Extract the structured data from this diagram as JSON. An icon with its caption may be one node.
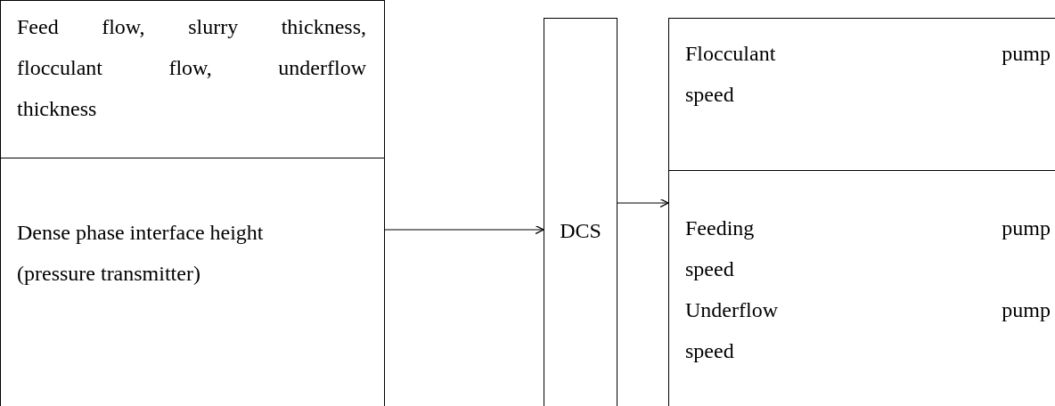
{
  "diagram": {
    "nodes": [
      {
        "text": [],
        "shape": "box"
      },
      {
        "text": [
          "Feed flow, slurry thickness, flocculant flow, underflow thickness"
        ],
        "in": 0
      },
      {
        "text": [
          "Dense phase interface height (pressure transmitter)"
        ],
        "in": 0
      },
      {
        "text": [
          "DCS"
        ]
      },
      {
        "text": [],
        "shape": "box"
      },
      {
        "text": [
          "Flocculant pump speed"
        ],
        "in": 4
      },
      {
        "text": [
          "Feeding pump speed",
          "Underflow pump speed"
        ],
        "in": 4
      }
    ],
    "edges": [
      {
        "from": 0,
        "to": 3,
        "arrow": "to"
      },
      {
        "from": 3,
        "to": 4,
        "arrow": "to"
      }
    ]
  }
}
